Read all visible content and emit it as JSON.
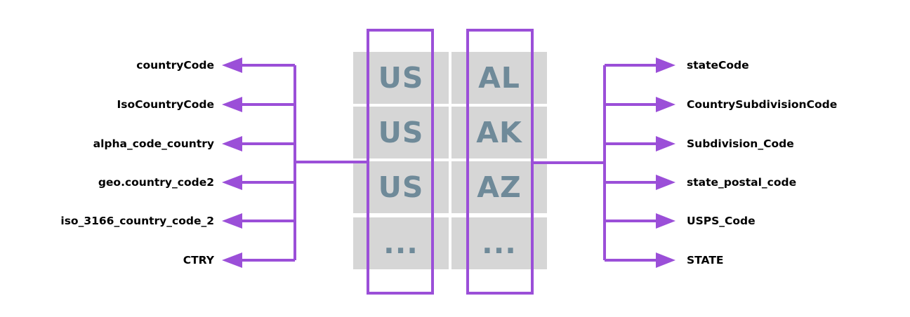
{
  "colors": {
    "connector": "#9b4fd8",
    "cell_background": "#d6d6d6",
    "cell_text": "#6f8a99",
    "label_text": "#000000"
  },
  "left_fields": [
    "countryCode",
    "IsoCountryCode",
    "alpha_code_country",
    "geo.country_code2",
    "iso_3166_country_code_2",
    "CTRY"
  ],
  "right_fields": [
    "stateCode",
    "CountrySubdivisionCode",
    "Subdivision_Code",
    "state_postal_code",
    "USPS_Code",
    "STATE"
  ],
  "table": {
    "country_column": [
      "US",
      "US",
      "US",
      "..."
    ],
    "state_column": [
      "AL",
      "AK",
      "AZ",
      "..."
    ]
  }
}
